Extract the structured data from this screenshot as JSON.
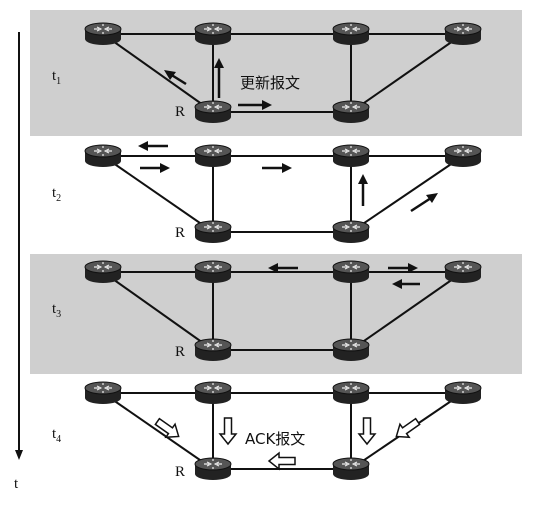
{
  "axis_label": "t",
  "router_label": "R",
  "annotations": {
    "update": "更新报文",
    "ack": "ACK报文"
  },
  "panels": [
    {
      "time_base": "t",
      "time_sub": "1",
      "shaded": true
    },
    {
      "time_base": "t",
      "time_sub": "2",
      "shaded": false
    },
    {
      "time_base": "t",
      "time_sub": "3",
      "shaded": true
    },
    {
      "time_base": "t",
      "time_sub": "4",
      "shaded": false
    }
  ]
}
